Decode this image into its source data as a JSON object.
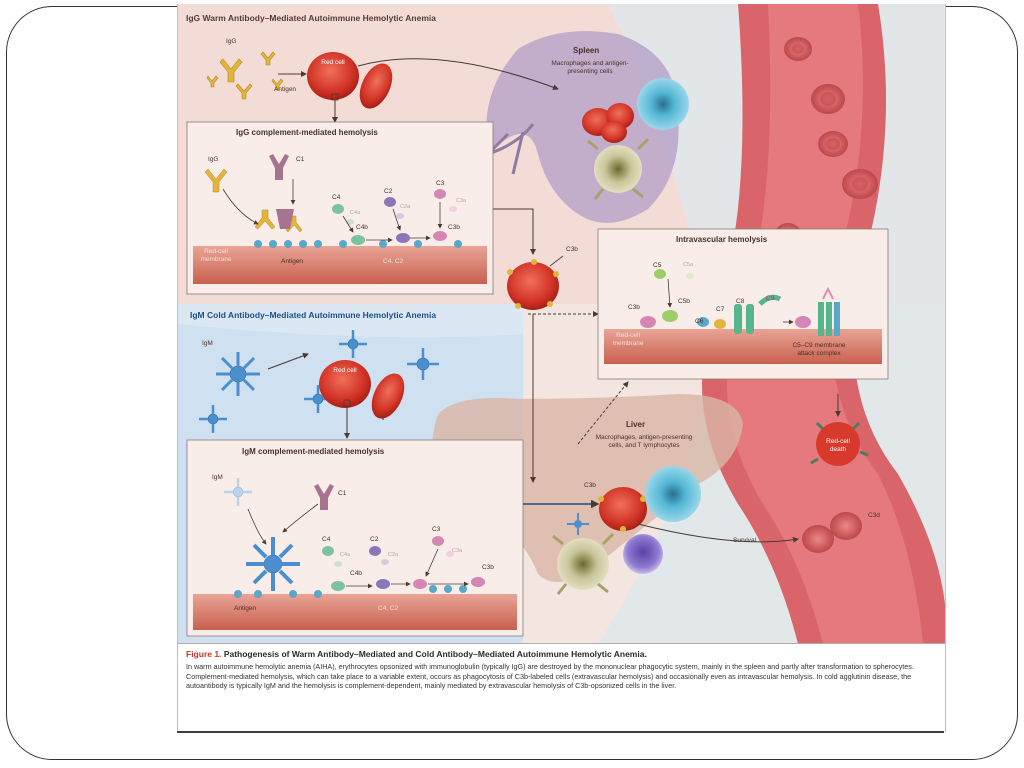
{
  "figure": {
    "warm_title": "IgG Warm Antibody–Mediated Autoimmune Hemolytic Anemia",
    "cold_title": "IgM Cold Antibody–Mediated Autoimmune Hemolytic Anemia",
    "igg_label": "IgG",
    "antigen_label": "Antigen",
    "red_cell_label": "Red cell",
    "spleen": {
      "title": "Spleen",
      "desc": "Macrophages and antigen-presenting cells"
    },
    "liver": {
      "title": "Liver",
      "desc": "Macrophages, antigen-presenting cells, and T lymphocytes"
    },
    "igg_box": {
      "title": "IgG complement-mediated hemolysis",
      "igg": "IgG",
      "c1": "C1",
      "c4": "C4",
      "c4a": "C4a",
      "c2": "C2",
      "c2a": "C2a",
      "c3": "C3",
      "c3a": "C3a",
      "c4b": "C4b",
      "c3b": "C3b",
      "membrane": "Red-cell membrane",
      "antigen": "Antigen",
      "c4c2": "C4, C2"
    },
    "c3b_cell_label": "C3b",
    "intravascular": {
      "title": "Intravascular hemolysis",
      "c5": "C5",
      "c5a": "C5a",
      "c3b": "C3b",
      "c5b": "C5b",
      "c6": "C6",
      "c7": "C7",
      "c8": "C8",
      "c9": "C9",
      "membrane": "Red-cell membrane",
      "mac": "C5–C9 membrane attack complex"
    },
    "igm_label": "IgM",
    "igm_box": {
      "title": "IgM complement-mediated hemolysis",
      "igm": "IgM",
      "c1": "C1",
      "c4": "C4",
      "c4a": "C4a",
      "c2": "C2",
      "c2a": "C2a",
      "c3": "C3",
      "c3a": "C3a",
      "c4b": "C4b",
      "c3b": "C3b",
      "antigen": "Antigen",
      "c4c2": "C4, C2"
    },
    "liver_c3b": "C3b",
    "survival": "Survival",
    "c3d": "C3d",
    "red_cell_death": "Red-cell death",
    "caption": {
      "label": "Figure 1.",
      "title": "Pathogenesis of Warm Antibody–Mediated and Cold Antibody–Mediated Autoimmune Hemolytic Anemia.",
      "body": "In warm autoimmune hemolytic anemia (AIHA), erythrocytes opsonized with immunoglobulin (typically IgG) are destroyed by the mononuclear phagocytic system, mainly in the spleen and partly after transformation to spherocytes. Complement-mediated hemolysis, which can take place to a variable extent, occurs as phagocytosis of C3b-labeled cells (extravascular hemolysis) and occasionally even as intravascular hemolysis. In cold agglutinin disease, the autoantibody is typically IgM and the hemolysis is complement-dependent, mainly mediated by extravascular hemolysis of C3b-opsonized cells in the liver."
    }
  },
  "colors": {
    "warm_bg": "#f4dcd6",
    "cold_bg": "#cfe0f0",
    "vessel": "#d9656b",
    "red_cell": "#d73a2c",
    "figure_label": "#c23a26"
  }
}
